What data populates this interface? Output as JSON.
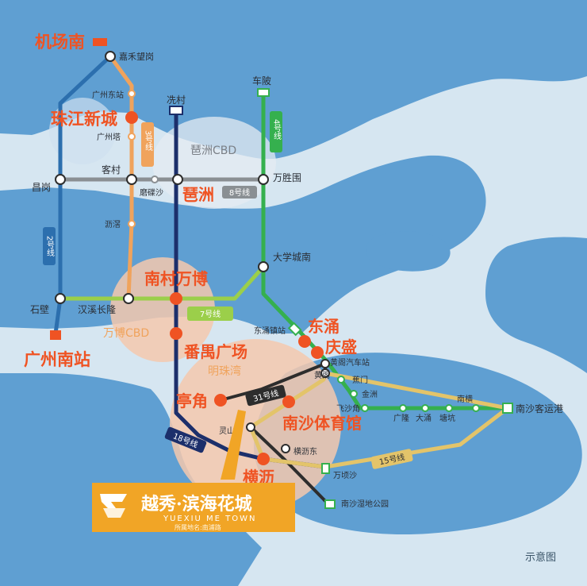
{
  "colors": {
    "water": "#d6e6f1",
    "land": "#5f9fd2",
    "line2": "#2c6fae",
    "line3": "#f0a35c",
    "line4": "#35b04e",
    "line7": "#9bcf4a",
    "line8": "#8a8f93",
    "line15": "#e3c46a",
    "line18": "#1c2f6b",
    "line31": "#2d2d2d",
    "highlight": "#ef5323",
    "brand_bg": "#f1a526"
  },
  "airport": "机场南",
  "stations": {
    "jiahe": "嘉禾望岗",
    "guangzhou_east": "广州东站",
    "zhujiang_new_town": "珠江新城",
    "canton_tower": "广州塔",
    "xiancun": "冼村",
    "chebei": "车陂",
    "kecun": "客村",
    "changgang": "昌岗",
    "modiesha": "磨碟沙",
    "pazhou": "琶洲",
    "wanshengwei": "万胜围",
    "lijiao": "沥滘",
    "higher_edu": "大学城南",
    "nancun_wanbo": "南村万博",
    "shibi": "石壁",
    "hanxi": "汉溪长隆",
    "guangzhou_south": "广州南站",
    "panyu_square": "番禺广场",
    "donghong_town": "东涌镇站",
    "donghong": "东涌",
    "qingsheng": "庆盛",
    "huangge_bus": "黄阁汽车站",
    "huangge": "黄阁",
    "jiaomen": "蕉门",
    "jinzhou": "金洲",
    "tingjiao": "亭角",
    "feishajiao": "飞沙角",
    "guanglong": "广隆",
    "dayong": "大涌",
    "tangkeng": "塘坑",
    "nanheng": "南横",
    "nansha_port": "南沙客运港",
    "nansha_stadium": "南沙体育馆",
    "lingshan_island": "灵山岛",
    "henglidong": "横沥东",
    "hengli": "横沥",
    "wanqingsha": "万顷沙",
    "nansha_wetland": "南沙湿地公园"
  },
  "areas": {
    "pazhou_cbd": "琶洲CBD",
    "wanbo_cbd": "万博CBD",
    "mingzhu_bay": "明珠湾"
  },
  "lines": {
    "line2": "2号线",
    "line3": "3号线",
    "line4": "4号线",
    "line7": "7号线",
    "line8": "8号线",
    "line15": "15号线",
    "line18": "18号线",
    "line31": "31号线"
  },
  "project": {
    "name_cn": "越秀·滨海花城",
    "name_en": "YUEXIU ME TOWN",
    "sub": "所属地名:南浦路"
  },
  "footnote": "示意图"
}
